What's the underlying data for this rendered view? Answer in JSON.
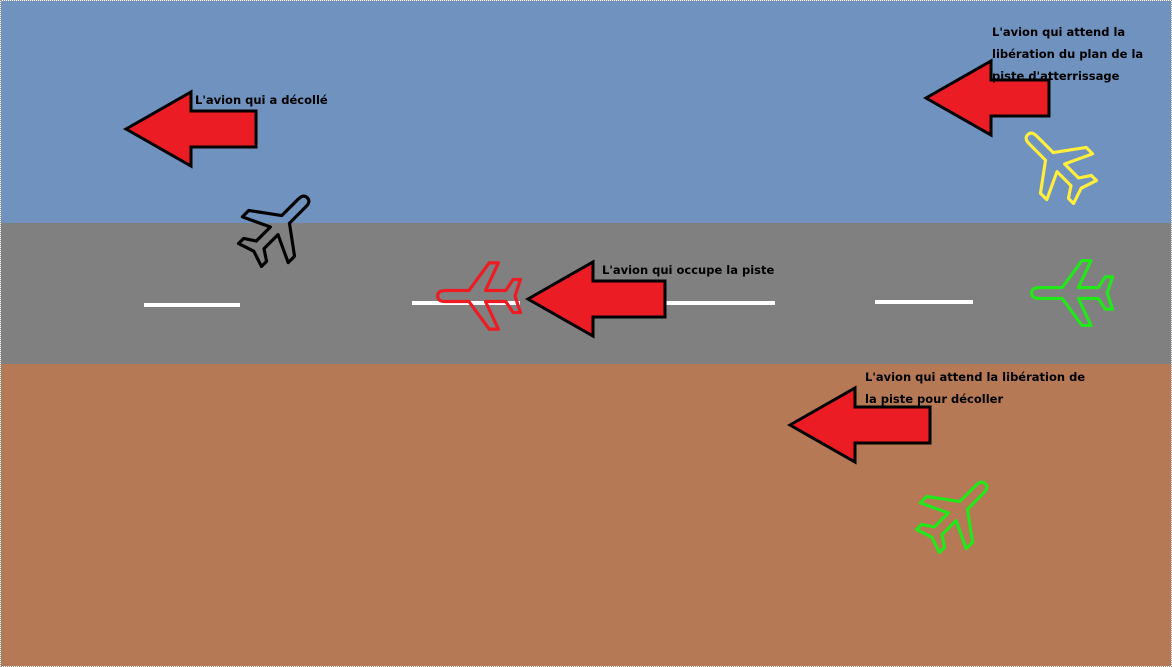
{
  "colors": {
    "sky": "#6f92bf",
    "runway": "#808080",
    "ground": "#b57955",
    "arrow_fill": "#ec1c24",
    "arrow_stroke": "#000000",
    "runway_marking": "#ffffff"
  },
  "planes": {
    "departed": {
      "color": "#000000",
      "icon": "airplane-icon"
    },
    "occupying_runway": {
      "color": "#ec1c24",
      "icon": "airplane-icon"
    },
    "waiting_landing": {
      "color": "#ffee3b",
      "icon": "airplane-icon"
    },
    "green_runway_end": {
      "color": "#22e81a",
      "icon": "airplane-icon"
    },
    "waiting_takeoff": {
      "color": "#22e81a",
      "icon": "airplane-icon"
    }
  },
  "labels": {
    "departed": "L'avion qui a décollé",
    "occupying_runway": "L'avion qui occupe la piste",
    "waiting_landing": [
      "L'avion qui attend la",
      "libération du plan de la",
      "piste d'atterrissage"
    ],
    "waiting_takeoff": [
      "L'avion qui attend la libération de",
      "la piste pour décoller"
    ]
  }
}
